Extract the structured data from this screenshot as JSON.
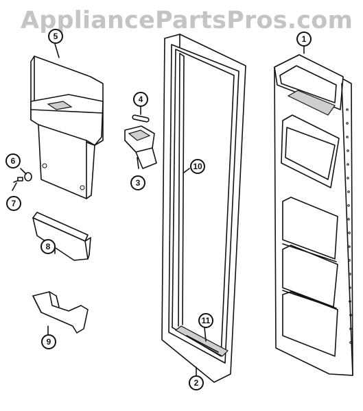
{
  "watermark": "AppliancePartsPros.com",
  "callouts": {
    "c1": "1",
    "c2": "2",
    "c3": "3",
    "c4": "4",
    "c5": "5",
    "c6": "6",
    "c7": "7",
    "c8": "8",
    "c9": "9",
    "c10": "10",
    "c11": "11"
  },
  "icons": [
    "dispenser-cover-part",
    "door-assembly-part",
    "door-liner-part",
    "door-gasket-part",
    "bin-part",
    "chute-part",
    "screw-part",
    "spacer-part",
    "handle-part"
  ]
}
